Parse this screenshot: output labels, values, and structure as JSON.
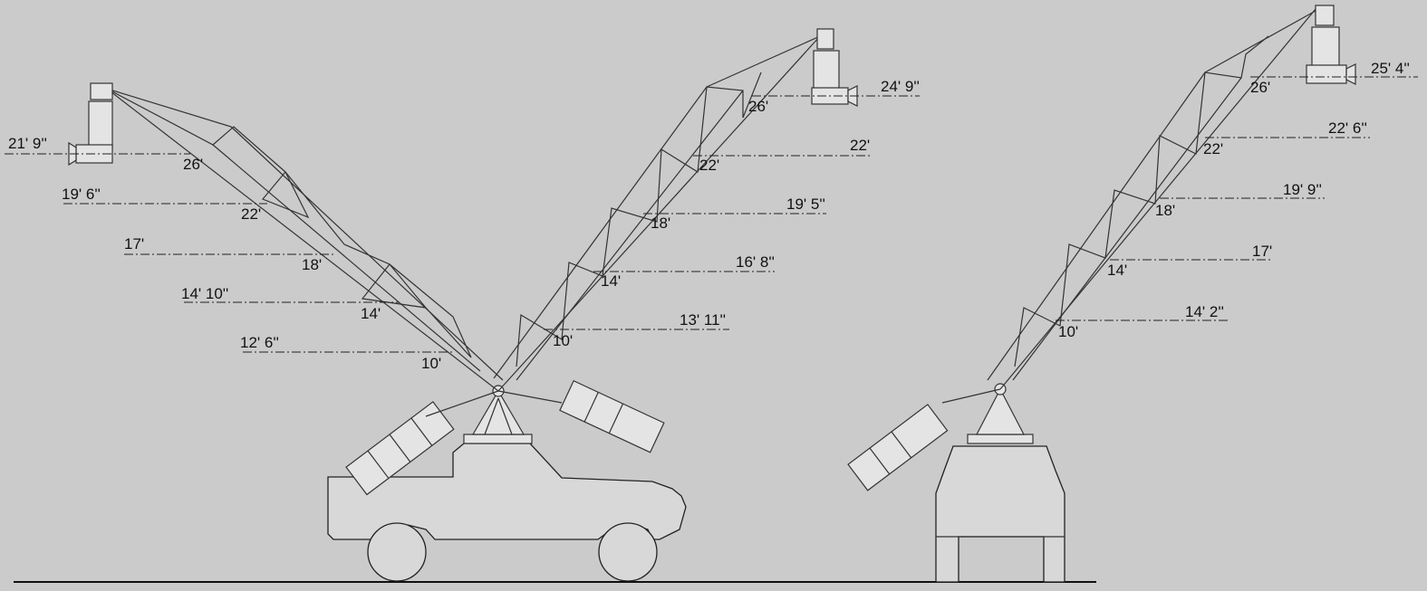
{
  "diagram": {
    "colors": {
      "background": "#cbcbcb",
      "line": "#222222",
      "vehicle_fill": "#d8d8d8",
      "boom_fill": "#e4e4e4"
    },
    "left_crane_left_boom": {
      "camera_height": "21' 9''",
      "heights": [
        "19' 6''",
        "17'",
        "14' 10''",
        "12' 6''"
      ],
      "boom_lengths": [
        "26'",
        "22'",
        "18'",
        "14'",
        "10'"
      ]
    },
    "left_crane_right_boom": {
      "camera_height": "24' 9''",
      "heights": [
        "22'",
        "19' 5''",
        "16' 8''",
        "13' 11''"
      ],
      "boom_lengths": [
        "26'",
        "22'",
        "18'",
        "14'",
        "10'"
      ]
    },
    "right_crane": {
      "camera_height": "25' 4''",
      "heights": [
        "22' 6''",
        "19' 9''",
        "17'",
        "14' 2''"
      ],
      "boom_lengths": [
        "26'",
        "22'",
        "18'",
        "14'",
        "10'"
      ]
    }
  }
}
